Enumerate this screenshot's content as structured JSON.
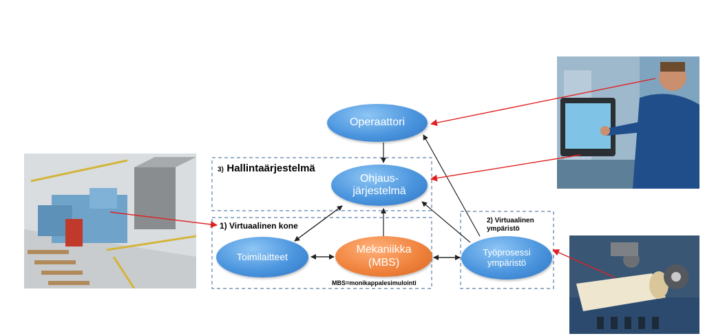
{
  "nodes": {
    "operaattori": "Operaattori",
    "ohjausjarjestelma": "Ohjaus-\njärjestelmä",
    "toimilaitteet": "Toimilaitteet",
    "mekaniikka": "Mekaniikka\n(MBS)",
    "tyoprosessi": "Työprosessi\nympäristö"
  },
  "groups": {
    "hallinta_number": "3)",
    "hallinta_label": "Hallintaärjestelmä",
    "virtuaalinen_kone": "1) Virtuaalinen kone",
    "virtuaalinen_ymparisto": "2) Virtuaalinen\nympäristö"
  },
  "notes": {
    "mbs_definition": "MBS=monikappalesimulointi"
  },
  "colors": {
    "node_blue": "#4b95de",
    "node_orange": "#f0843e",
    "red_arrow": "#e02020",
    "dashed_box": "#5a7fa8"
  },
  "images": {
    "machine": "industrial-machine-render",
    "operator": "operator-at-touchscreen-photo",
    "process": "paper-roll-process-photo"
  }
}
